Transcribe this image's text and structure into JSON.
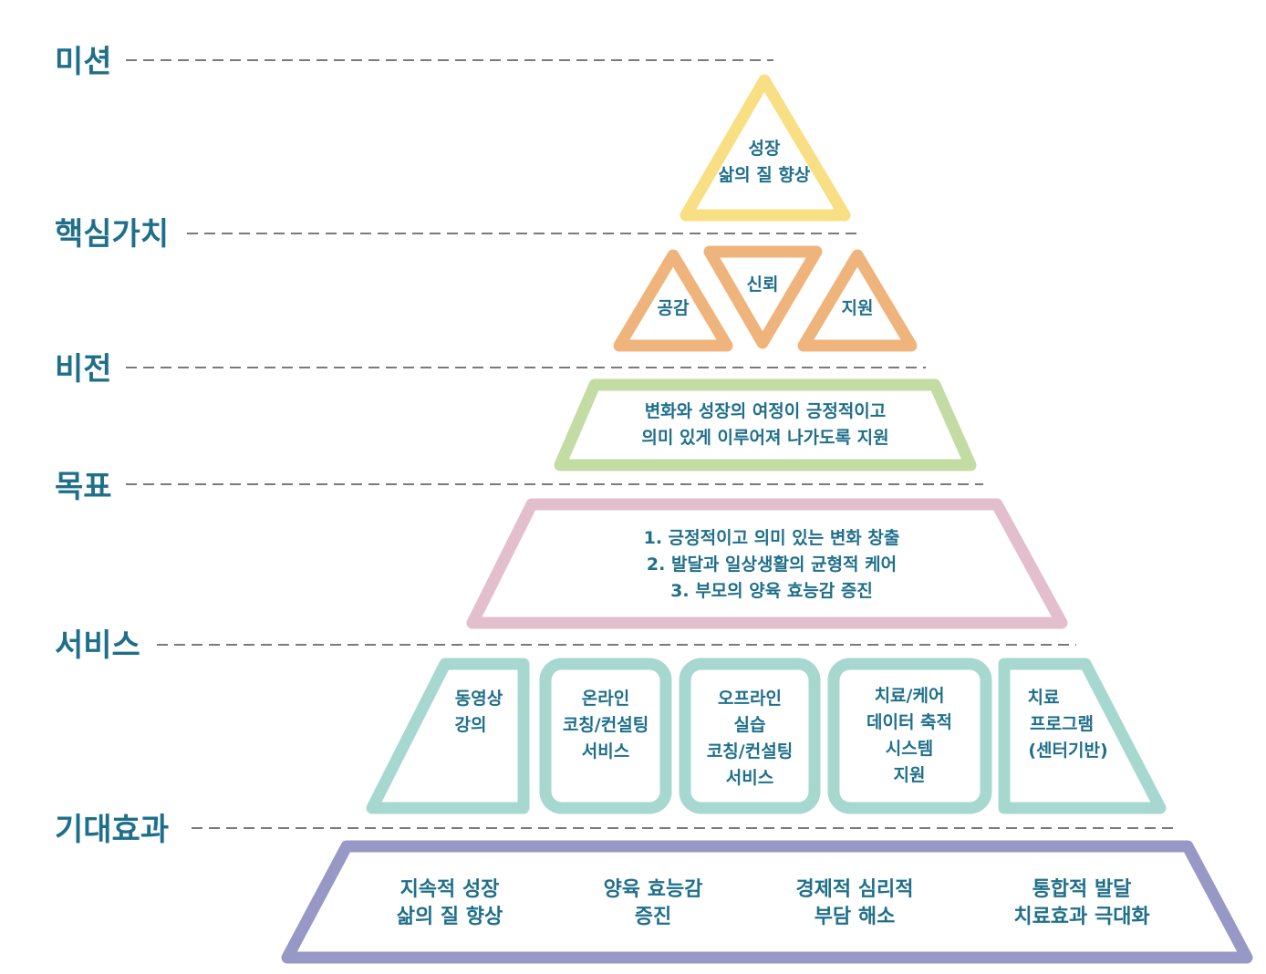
{
  "levels": {
    "mission": "미션",
    "core_values": "핵심가치",
    "vision": "비전",
    "goals": "목표",
    "services": "서비스",
    "outcomes": "기대효과"
  },
  "mission": {
    "line1": "성장",
    "line2": "삶의 질 향상"
  },
  "core_values": {
    "empathy": "공감",
    "trust": "신뢰",
    "support": "지원"
  },
  "vision": {
    "line1": "변화와 성장의 여정이 긍정적이고",
    "line2": "의미 있게 이루어져 나가도록 지원"
  },
  "goals": {
    "line1": "1. 긍정적이고 의미 있는 변화 창출",
    "line2": "2. 발달과 일상생활의 균형적 케어",
    "line3": "3. 부모의 양육 효능감 증진"
  },
  "services": {
    "video": [
      "동영상",
      "강의"
    ],
    "online": [
      "온라인",
      "코칭/컨설팅",
      "서비스"
    ],
    "offline": [
      "오프라인",
      "실습",
      "코칭/컨설팅",
      "서비스"
    ],
    "data": [
      "치료/케어",
      "데이터 축적",
      "시스템",
      "지원"
    ],
    "program": [
      "치료",
      "프로그램",
      "(센터기반)"
    ]
  },
  "outcomes": {
    "growth": [
      "지속적 성장",
      "삶의 질 향상"
    ],
    "parenting": [
      "양육 효능감",
      "증진"
    ],
    "relief": [
      "경제적 심리적",
      "부담 해소"
    ],
    "therapy": [
      "통합적 발달",
      "치료효과 극대화"
    ]
  },
  "colors": {
    "label": "#1f6f8b",
    "mission": "#f9df83",
    "core_values": "#efb47c",
    "vision": "#c2dca4",
    "goals": "#e3bfcd",
    "services": "#a7d8d0",
    "outcomes": "#9798c5"
  }
}
